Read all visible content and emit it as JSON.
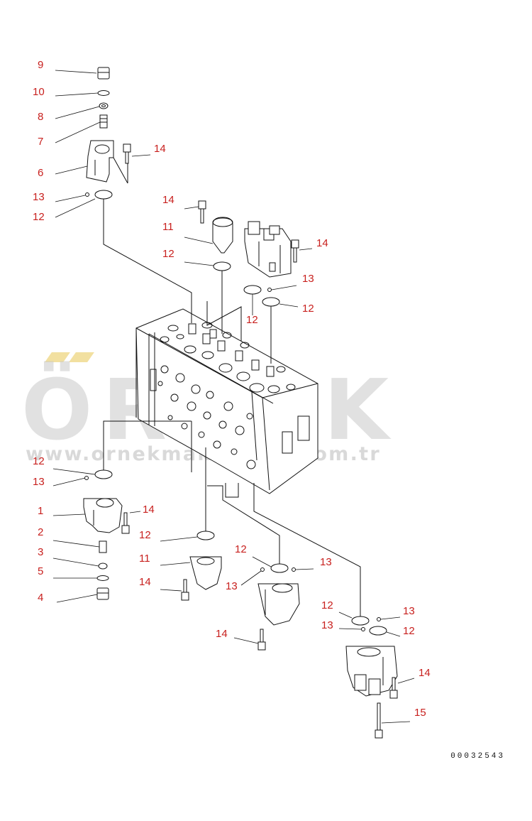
{
  "watermark": {
    "brand": "ÖRNEK",
    "url": "www.ornekmakinalari.com.tr"
  },
  "drawing_number": "00032543",
  "callouts": [
    {
      "id": "c9",
      "text": "9"
    },
    {
      "id": "c10",
      "text": "10"
    },
    {
      "id": "c8",
      "text": "8"
    },
    {
      "id": "c7",
      "text": "7"
    },
    {
      "id": "c6",
      "text": "6"
    },
    {
      "id": "c14a",
      "text": "14"
    },
    {
      "id": "c13a",
      "text": "13"
    },
    {
      "id": "c12a",
      "text": "12"
    },
    {
      "id": "c14b",
      "text": "14"
    },
    {
      "id": "c11a",
      "text": "11"
    },
    {
      "id": "c14c",
      "text": "14"
    },
    {
      "id": "c12b",
      "text": "12"
    },
    {
      "id": "c13b",
      "text": "13"
    },
    {
      "id": "c12c",
      "text": "12"
    },
    {
      "id": "c12d",
      "text": "12"
    },
    {
      "id": "c12e",
      "text": "12"
    },
    {
      "id": "c13c",
      "text": "13"
    },
    {
      "id": "c1",
      "text": "1"
    },
    {
      "id": "c14d",
      "text": "14"
    },
    {
      "id": "c2",
      "text": "2"
    },
    {
      "id": "c12f",
      "text": "12"
    },
    {
      "id": "c3",
      "text": "3"
    },
    {
      "id": "c11b",
      "text": "11"
    },
    {
      "id": "c5",
      "text": "5"
    },
    {
      "id": "c14e",
      "text": "14"
    },
    {
      "id": "c4",
      "text": "4"
    },
    {
      "id": "c12g",
      "text": "12"
    },
    {
      "id": "c13d",
      "text": "13"
    },
    {
      "id": "c13e",
      "text": "13"
    },
    {
      "id": "c12h",
      "text": "12"
    },
    {
      "id": "c13f",
      "text": "13"
    },
    {
      "id": "c13g",
      "text": "13"
    },
    {
      "id": "c12i",
      "text": "12"
    },
    {
      "id": "c14f",
      "text": "14"
    },
    {
      "id": "c14g",
      "text": "14"
    },
    {
      "id": "c15",
      "text": "15"
    }
  ]
}
